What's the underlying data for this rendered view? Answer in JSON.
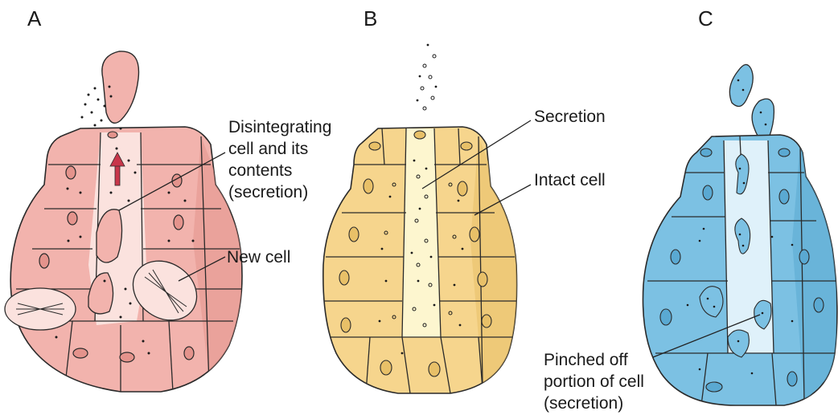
{
  "panels": [
    {
      "letter": "A",
      "colors": {
        "fill": "#f2b3ad",
        "light": "#fbe2de",
        "dark": "#e4938c"
      },
      "labels": [
        {
          "lines": [
            "Disintegrating",
            "cell and its",
            "contents",
            "(secretion)"
          ]
        },
        {
          "lines": [
            "New cell"
          ]
        }
      ]
    },
    {
      "letter": "B",
      "colors": {
        "fill": "#f6d58d",
        "light": "#fdf6cf",
        "dark": "#e8c068"
      },
      "labels": [
        {
          "lines": [
            "Secretion"
          ]
        },
        {
          "lines": [
            "Intact cell"
          ]
        }
      ]
    },
    {
      "letter": "C",
      "colors": {
        "fill": "#7cc1e3",
        "light": "#dff1fa",
        "dark": "#5aa9d2"
      },
      "labels": [
        {
          "lines": [
            "Pinched off",
            "portion of cell",
            "(secretion)"
          ]
        }
      ]
    }
  ]
}
